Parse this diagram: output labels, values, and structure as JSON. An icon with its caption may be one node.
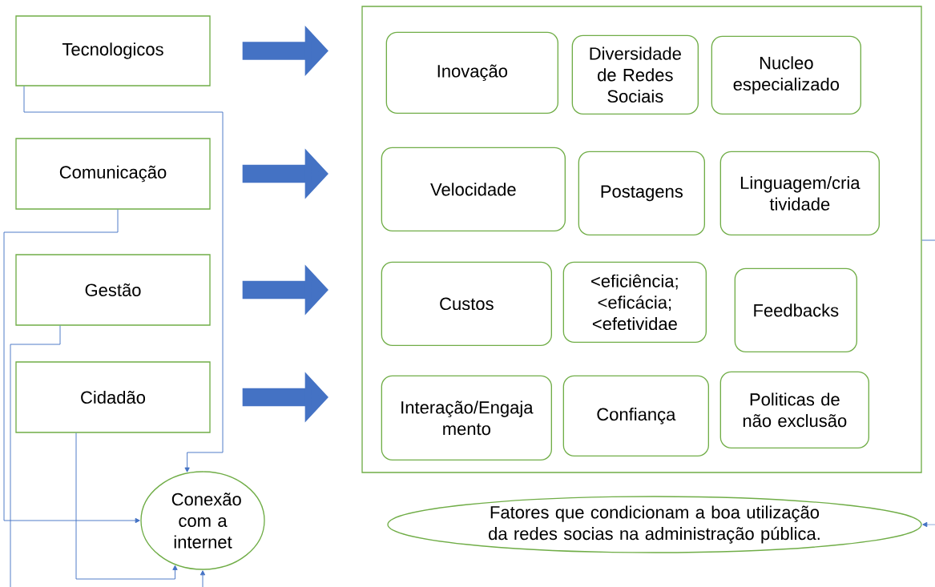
{
  "diagram": {
    "nodes": [
      {
        "text": [
          "Tecnologicos"
        ]
      },
      {
        "text": [
          "Comunicação"
        ]
      },
      {
        "text": [
          "Gestão"
        ]
      },
      {
        "text": [
          "Cidadão"
        ]
      },
      {
        "text": [
          "Conexão com a internet"
        ]
      },
      {
        "text": [],
        "shape": "box"
      },
      {
        "text": [
          "Inovação"
        ],
        "in": 5
      },
      {
        "text": [
          "Diversidade de Redes Sociais"
        ],
        "in": 5
      },
      {
        "text": [
          "Nucleo especializado"
        ],
        "in": 5
      },
      {
        "text": [
          "Velocidade"
        ],
        "in": 5
      },
      {
        "text": [
          "Postagens"
        ],
        "in": 5
      },
      {
        "text": [
          "Linguagem/cria tividade"
        ],
        "in": 5
      },
      {
        "text": [
          "Custos"
        ],
        "in": 5
      },
      {
        "text": [
          "<eficiência; <eficácia; <efetividae"
        ],
        "in": 5
      },
      {
        "text": [
          "Feedbacks"
        ],
        "in": 5
      },
      {
        "text": [
          "Interação/Engaja mento"
        ],
        "in": 5
      },
      {
        "text": [
          "Confiança"
        ],
        "in": 5
      },
      {
        "text": [
          "Politicas de não exclusão"
        ],
        "in": 5
      },
      {
        "text": [
          "Fatores que condicionam a boa utilização da redes socias na administração pública."
        ]
      }
    ],
    "edges": [
      {
        "from": 0,
        "to": 4,
        "arrow": "to"
      },
      {
        "from": 1,
        "to": 4,
        "arrow": "to"
      },
      {
        "from": 3,
        "to": 4,
        "arrow": "to"
      },
      {
        "from": 2,
        "to": null,
        "arrow": "none"
      },
      {
        "from": null,
        "to": 4,
        "arrow": "to"
      },
      {
        "from": 5,
        "to": null,
        "arrow": "none"
      },
      {
        "from": null,
        "to": 18,
        "arrow": "to"
      },
      {
        "from": 0,
        "to": 5,
        "arrow": "to",
        "style": "thick"
      },
      {
        "from": 1,
        "to": 5,
        "arrow": "to",
        "style": "thick"
      },
      {
        "from": 2,
        "to": 5,
        "arrow": "to",
        "style": "thick"
      },
      {
        "from": 3,
        "to": 5,
        "arrow": "to",
        "style": "thick"
      }
    ]
  }
}
